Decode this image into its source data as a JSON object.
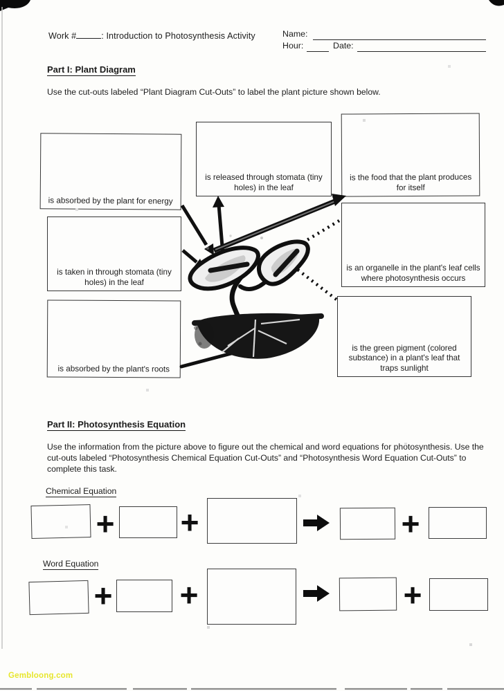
{
  "header": {
    "work_prefix": "Work #",
    "work_suffix": ": Introduction to Photosynthesis Activity",
    "name_label": "Name:",
    "hour_label": "Hour:",
    "date_label": "Date:"
  },
  "part1": {
    "heading": "Part I: Plant Diagram",
    "instruction": "Use the cut-outs labeled “Plant Diagram Cut-Outs” to label the plant picture shown below.",
    "boxes": [
      "is absorbed by the plant for energy",
      "is released through stomata (tiny holes) in the leaf",
      "is the food that the plant produces for itself",
      "is taken in through stomata (tiny holes) in the leaf",
      "is an organelle in the plant's leaf cells where photosynthesis occurs",
      "is absorbed by the plant's roots",
      "is the green pigment (colored substance) in a plant's leaf that traps sunlight"
    ]
  },
  "part2": {
    "heading": "Part II: Photosynthesis Equation",
    "instruction": "Use the information from the picture above to figure out the chemical and word equations for photosynthesis.  Use the cut-outs labeled “Photosynthesis Chemical Equation Cut-Outs” and “Photosynthesis Word Equation Cut-Outs” to complete this task.",
    "chemical_label": "Chemical Equation",
    "word_label": "Word Equation",
    "plus_symbol": "+",
    "arrow_symbol": "→",
    "slots_per_equation": 5
  },
  "watermark": {
    "text": "Gembloong.com",
    "color": "#e7e62e"
  },
  "colors": {
    "ink": "#1c1c1c",
    "paper": "#fdfdfb",
    "box_border": "#353535"
  }
}
